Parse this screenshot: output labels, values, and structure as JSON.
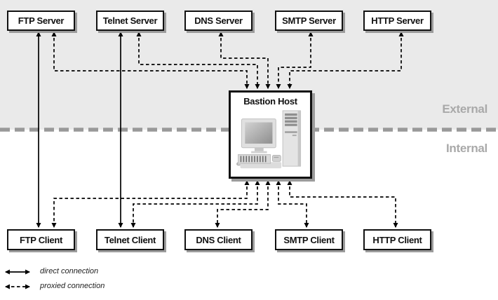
{
  "zones": {
    "external_label": "External",
    "internal_label": "Internal"
  },
  "bastion": {
    "label": "Bastion Host",
    "icon": "desktop-computer-icon"
  },
  "servers": [
    {
      "label": "FTP Server"
    },
    {
      "label": "Telnet Server"
    },
    {
      "label": "DNS Server"
    },
    {
      "label": "SMTP Server"
    },
    {
      "label": "HTTP Server"
    }
  ],
  "clients": [
    {
      "label": "FTP Client"
    },
    {
      "label": "Telnet Client"
    },
    {
      "label": "DNS Client"
    },
    {
      "label": "SMTP Client"
    },
    {
      "label": "HTTP Client"
    }
  ],
  "legend": {
    "direct_label": "direct connection",
    "proxied_label": "proxied connection"
  },
  "connections": {
    "direct": [
      {
        "from": "FTP Server",
        "to": "FTP Client"
      },
      {
        "from": "Telnet Server",
        "to": "Telnet Client"
      }
    ],
    "proxied_via_bastion": [
      {
        "external": "FTP Server",
        "internal": "FTP Client"
      },
      {
        "external": "Telnet Server",
        "internal": "Telnet Client"
      },
      {
        "external": "DNS Server",
        "internal": "DNS Client"
      },
      {
        "external": "SMTP Server",
        "internal": "SMTP Client"
      },
      {
        "external": "HTTP Server",
        "internal": "HTTP Client"
      }
    ]
  },
  "colors": {
    "external_zone_bg": "#eaeaea",
    "internal_zone_bg": "#ffffff",
    "divider": "#999999",
    "zone_label": "#a9a9a9",
    "line": "#000000",
    "box_bg": "#ffffff",
    "box_border": "#111111",
    "box_shadow": "#9c9c9c"
  }
}
